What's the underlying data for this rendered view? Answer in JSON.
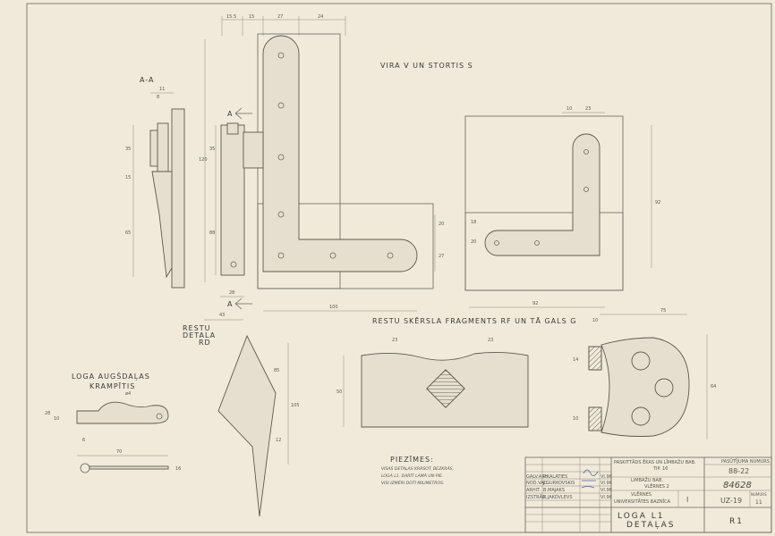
{
  "colors": {
    "paper": "#f1eadb",
    "ink": "#5e594f",
    "hatch": "#6b6459",
    "frame": "#77726a"
  },
  "labels": {
    "main_title": "VIRA V UN STORTIS S",
    "section": "A-A",
    "cut_top": "A",
    "cut_bottom": "A",
    "restu_detala_1": "RESTU",
    "restu_detala_2": "DETALA",
    "restu_detala_3": "RD",
    "fragment_title": "RESTU SKĒRSLA FRAGMENTS RF UN TĀ GALS G",
    "krampitis_1": "LOGA AUGŠDAĻAS",
    "krampitis_2": "KRAMPĪTIS",
    "krampitis_dia": "ø4"
  },
  "dimensions": {
    "top": [
      "15.5",
      "15",
      "27",
      "24"
    ],
    "aa_top": [
      "11",
      "8"
    ],
    "aa_side": [
      "35",
      "15",
      "65"
    ],
    "hinge_side": [
      "120",
      "35",
      "88"
    ],
    "hinge_bottom": [
      "28",
      "100"
    ],
    "hinge_right": [
      "20",
      "27"
    ],
    "stortis_top": [
      "10",
      "23"
    ],
    "stortis_side": [
      "18",
      "20",
      "92"
    ],
    "stortis_bottom": "92",
    "rd": [
      "43",
      "85",
      "105",
      "12"
    ],
    "rf": [
      "23",
      "23",
      "50"
    ],
    "g": [
      "10",
      "75",
      "14",
      "10",
      "64"
    ],
    "kr": [
      "28",
      "10",
      "6",
      "70",
      "16"
    ]
  },
  "notes": {
    "heading": "PIEZĪMES:",
    "lines": [
      "VISAS DETAĻAS KRĀSOT, BEZKRĀS,",
      "LOGA L1. DARĪT LAMĀ UN-PIE.",
      "VISI IZMĒRI DOTI MILIMETROS."
    ]
  },
  "title_block": {
    "staff": [
      {
        "role": "GALV.ARH.",
        "name": "P.KALATIES",
        "sign": "",
        "date": "VI.96"
      },
      {
        "role": "NOD.VAD.",
        "name": "J.GURKOVSKIS",
        "sign": "",
        "date": "VI.96"
      },
      {
        "role": "ARHIT.",
        "name": "B.MAJAKS",
        "sign": "",
        "date": "VI.96"
      },
      {
        "role": "IZSTRĀD.",
        "name": "K.JAKOVLEVS",
        "sign": "",
        "date": "VI.96"
      }
    ],
    "project_1": "PASKITTĀDS ĒKAS UN LĪMBAŽU BAB.",
    "project_1b": "TIP. 16",
    "project_2": "LIMBAŽU BAB.",
    "project_2b": "VLĒRNES 2",
    "project_3": "VLĒRNES",
    "project_3b": "UNIVERSITĀTES BAZNĪCA",
    "sheet_title_1": "LOGA L1",
    "sheet_title_2": "DETAĻAS",
    "stage": "I",
    "code": "UZ-19",
    "archive_label": "PASŪTĪJUMA NUMURS",
    "order_no": "88-22",
    "inv_no": "84628",
    "sheets_label": "NUMURS",
    "sheet_no": "11",
    "drawing_mark": "R1"
  }
}
